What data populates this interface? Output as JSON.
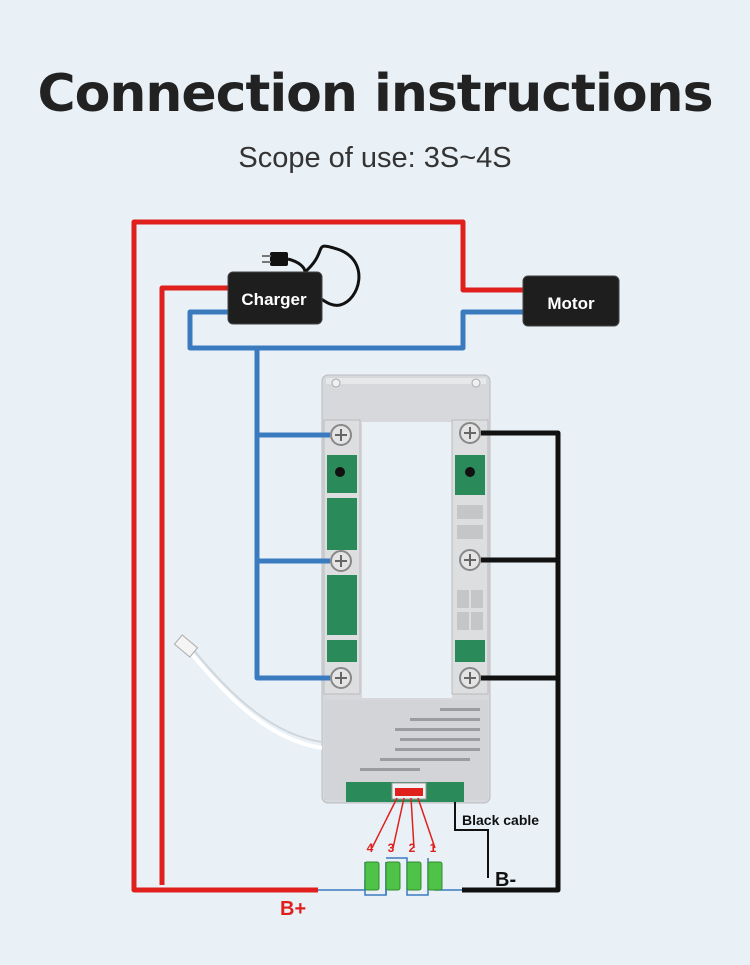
{
  "title": "Connection instructions",
  "subtitle": "Scope of use: 3S~4S",
  "devices": {
    "charger": "Charger",
    "motor": "Motor"
  },
  "labels": {
    "black_cable": "Black cable",
    "b_minus": "B-",
    "b_plus": "B+"
  },
  "pins": [
    "4",
    "3",
    "2",
    "1"
  ],
  "colors": {
    "positive_wire": "#e0201c",
    "negative_wire": "#3a7bc0",
    "ground_wire": "#111111",
    "balance_wire": "#e0201c",
    "pcb": "#2a8a5a",
    "cell": "#4fc248"
  }
}
